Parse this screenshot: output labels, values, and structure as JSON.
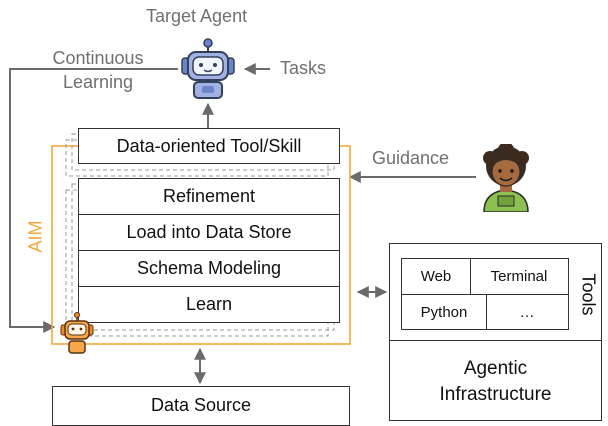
{
  "title": "Target Agent",
  "continuous_learning": [
    "Continuous",
    "Learning"
  ],
  "tasks_label": "Tasks",
  "guidance_label": "Guidance",
  "aim_label": "AIM",
  "tool_skill_label": "Data-oriented Tool/Skill",
  "stack": [
    "Refinement",
    "Load into Data Store",
    "Schema Modeling",
    "Learn"
  ],
  "data_source_label": "Data Source",
  "tools": {
    "label": "Tools",
    "cells": [
      "Web",
      "Terminal",
      "Python",
      "…"
    ]
  },
  "infrastructure": [
    "Agentic",
    "Infrastructure"
  ],
  "colors": {
    "aim": "#f4a63a",
    "arrow": "#6b6b6b"
  }
}
